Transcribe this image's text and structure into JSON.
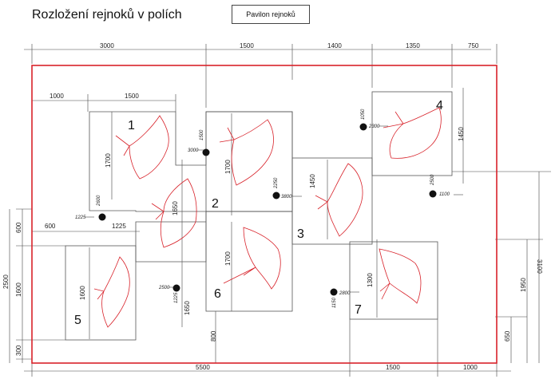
{
  "title": "Rozložení rejnoků v polích",
  "pavilion_label": "Pavilon rejnoků",
  "colors": {
    "border": "#d8222a",
    "ponds": "#d8222a",
    "lines": "#444444"
  },
  "top_dims": [
    "3000",
    "1500",
    "1400",
    "1350",
    "750"
  ],
  "bottom_dims": [
    "5500",
    "1500",
    "1000"
  ],
  "left_dims": [
    "2500",
    "600",
    "1600",
    "300"
  ],
  "right_dims": [
    "3100",
    "1950",
    "650"
  ],
  "inner_dims": {
    "d_1000": "1000",
    "d_1500": "1500",
    "d_600": "600",
    "d_1225": "1225",
    "d_1700_f1": "1700",
    "d_1650_a": "1650",
    "d_1600_f5": "1600",
    "d_1700_f2": "1700",
    "d_1700_f6": "1700",
    "d_1650_b": "1650",
    "d_800": "800",
    "d_1450_f3": "1450",
    "d_1450_f4": "1450",
    "d_1300_f7": "1300"
  },
  "fields": [
    "1",
    "2",
    "3",
    "4",
    "5",
    "6",
    "7"
  ],
  "points": [
    {
      "v": "1225",
      "h": "2600"
    },
    {
      "v": "3000",
      "h": "1500"
    },
    {
      "v": "3800",
      "h": "2250"
    },
    {
      "v": "2300",
      "h": "1050"
    },
    {
      "v": "1100",
      "h": "2500"
    },
    {
      "v": "2500",
      "h": "1225"
    },
    {
      "v": "2800",
      "h": "1150"
    }
  ]
}
